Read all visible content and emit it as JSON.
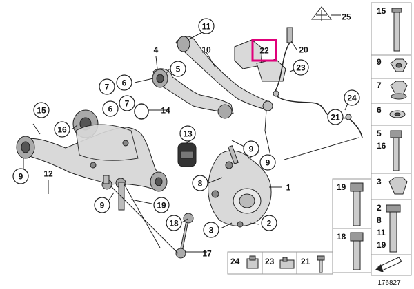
{
  "callouts": [
    {
      "id": "c11",
      "label": "11"
    },
    {
      "id": "c4",
      "label": "4"
    },
    {
      "id": "c10",
      "label": "10"
    },
    {
      "id": "c5",
      "label": "5"
    },
    {
      "id": "c7a",
      "label": "7"
    },
    {
      "id": "c6a",
      "label": "6"
    },
    {
      "id": "c6b",
      "label": "6"
    },
    {
      "id": "c7b",
      "label": "7"
    },
    {
      "id": "c14",
      "label": "14"
    },
    {
      "id": "c15",
      "label": "15"
    },
    {
      "id": "c16",
      "label": "16"
    },
    {
      "id": "c13",
      "label": "13"
    },
    {
      "id": "c9a",
      "label": "9"
    },
    {
      "id": "c12",
      "label": "12"
    },
    {
      "id": "c8",
      "label": "8"
    },
    {
      "id": "c9b",
      "label": "9"
    },
    {
      "id": "c9c",
      "label": "9"
    },
    {
      "id": "c9d",
      "label": "9"
    },
    {
      "id": "c19",
      "label": "19"
    },
    {
      "id": "c1",
      "label": "1"
    },
    {
      "id": "c18",
      "label": "18"
    },
    {
      "id": "c3",
      "label": "3"
    },
    {
      "id": "c2",
      "label": "2"
    },
    {
      "id": "c17",
      "label": "17"
    },
    {
      "id": "c20",
      "label": "20"
    },
    {
      "id": "c22",
      "label": "22"
    },
    {
      "id": "c23",
      "label": "23"
    },
    {
      "id": "c24",
      "label": "24"
    },
    {
      "id": "c21",
      "label": "21"
    },
    {
      "id": "c25",
      "label": "25"
    }
  ],
  "sidebar": [
    {
      "labels": [
        "15"
      ]
    },
    {
      "labels": [
        "9"
      ]
    },
    {
      "labels": [
        "7"
      ]
    },
    {
      "labels": [
        "6"
      ]
    },
    {
      "labels": [
        "5",
        "16"
      ]
    },
    {
      "labels": [
        "3"
      ]
    },
    {
      "labels": [
        "2",
        "8",
        "11",
        "19"
      ]
    }
  ],
  "bottom_cells": [
    {
      "label": "19"
    },
    {
      "label": "18"
    }
  ],
  "small_parts": [
    {
      "label": "24"
    },
    {
      "label": "23"
    },
    {
      "label": "21"
    }
  ],
  "diagram_number": "176827",
  "highlight_color": "#e0007a"
}
